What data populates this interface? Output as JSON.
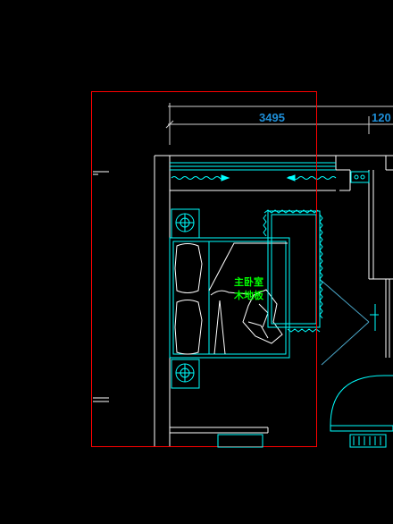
{
  "drawing": {
    "dimensions": {
      "main_width": "3495",
      "side_width": "120"
    },
    "room": {
      "name": "主卧室",
      "floor": "木地板"
    },
    "colors": {
      "background": "#000000",
      "wall": "#ffffff",
      "furniture": "#00ffff",
      "frame": "#ff0000",
      "dimension_text": "#1e8fd8",
      "room_label": "#00ff00",
      "dimension_line": "#cfcfcf"
    }
  }
}
